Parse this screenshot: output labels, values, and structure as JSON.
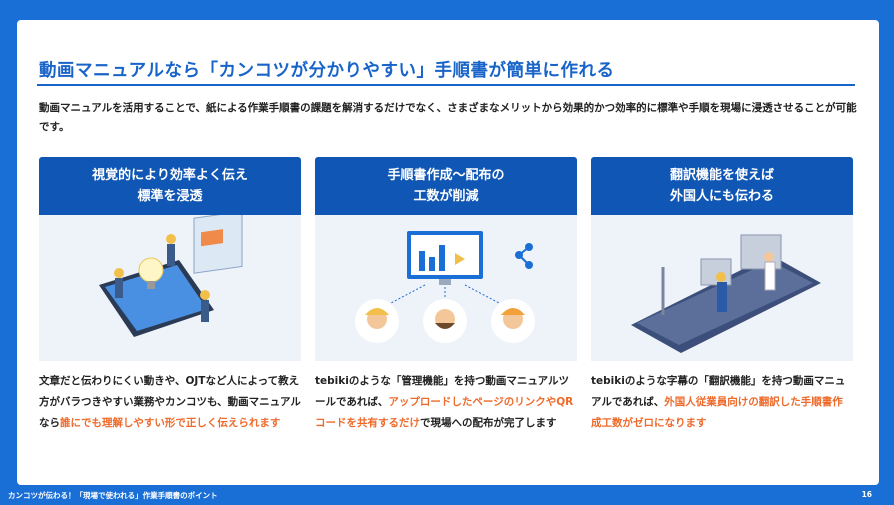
{
  "title": "動画マニュアルなら「カンコツが分かりやすい」手順書が簡単に作れる",
  "lead": "動画マニュアルを活用することで、紙による作業手順書の課題を解消するだけでなく、さまざまなメリットから効果的かつ効率的に標準や手順を現場に浸透させることが可能です。",
  "cards": [
    {
      "head1": "視覚的により効率よく伝え",
      "head2": "標準を浸透",
      "body_pre": "文章だと伝わりにくい動きや、OJTなど人によって教え方がバラつきやすい業務やカンコツも、動画マニュアルなら",
      "body_hl": "誰にでも理解しやすい形で正しく伝えられます",
      "body_post": ""
    },
    {
      "head1": "手順書作成〜配布の",
      "head2": "工数が削減",
      "body_pre": "tebikiのような「管理機能」を持つ動画マニュアルツールであれば、",
      "body_hl": "アップロードしたページのリンクやQRコードを共有するだけ",
      "body_post": "で現場への配布が完了します"
    },
    {
      "head1": "翻訳機能を使えば",
      "head2": "外国人にも伝わる",
      "body_pre": "tebikiのような字幕の「翻訳機能」を持つ動画マニュアルであれば、",
      "body_hl": "外国人従業員向けの翻訳した手順書作成工数がゼロになります",
      "body_post": ""
    }
  ],
  "footer": {
    "left": "カンコツが伝わる！「現場で使われる」作業手順書のポイント",
    "page": "16"
  },
  "colors": {
    "brand": "#1a6fd6",
    "head": "#1056b4",
    "highlight": "#ee6a2b"
  }
}
